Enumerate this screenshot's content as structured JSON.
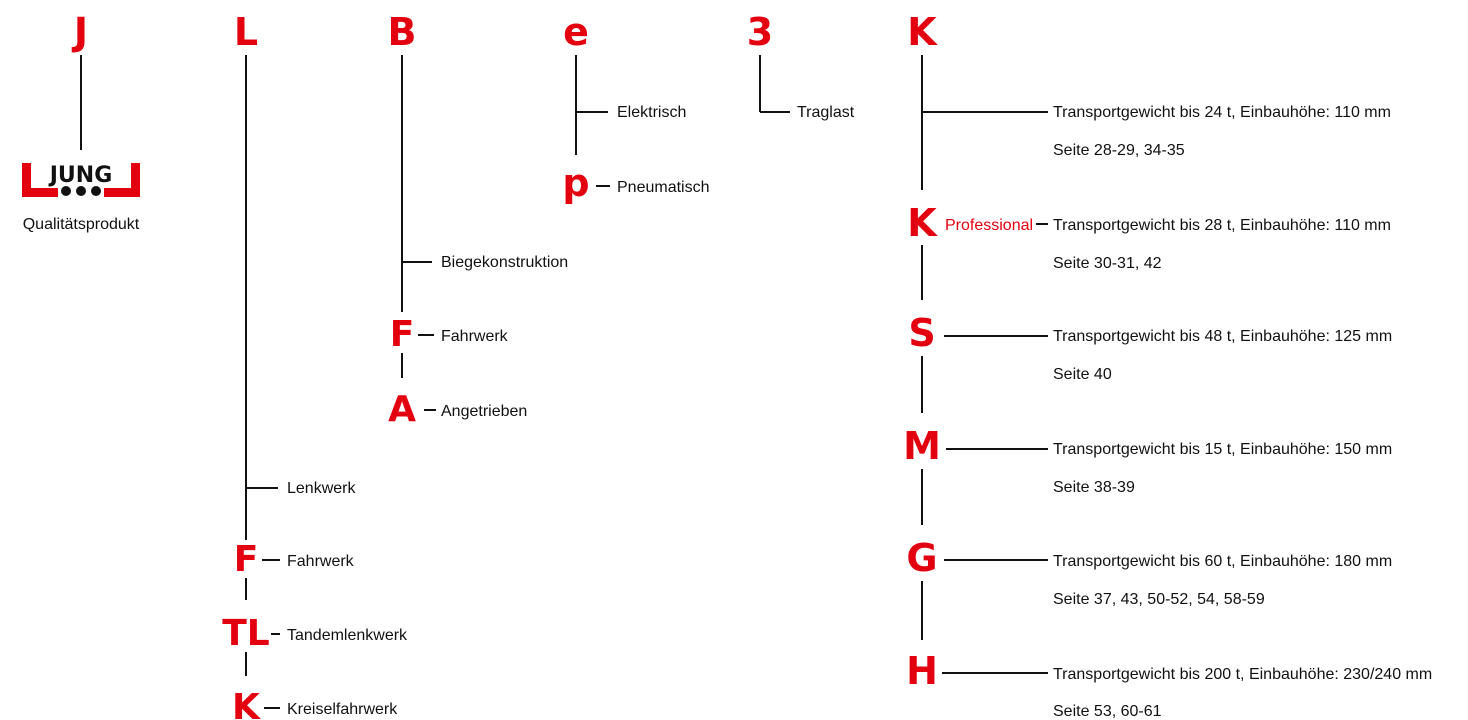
{
  "colors": {
    "accent": "#e3000f",
    "text": "#111111",
    "background": "#ffffff"
  },
  "logo": {
    "wordmark": "JUNG",
    "caption": "Qualitätsprodukt"
  },
  "columns": {
    "j": {
      "letter": "J"
    },
    "l": {
      "letter": "L",
      "branch_label": "Lenkwerk",
      "items": [
        {
          "code": "F",
          "label": "Fahrwerk"
        },
        {
          "code": "TL",
          "label": "Tandemlenkwerk"
        },
        {
          "code": "K",
          "label": "Kreiselfahrwerk"
        }
      ]
    },
    "b": {
      "letter": "B",
      "branch_label": "Biegekonstruktion",
      "items": [
        {
          "code": "F",
          "label": "Fahrwerk"
        },
        {
          "code": "A",
          "label": "Angetrieben"
        }
      ]
    },
    "e": {
      "letter": "e",
      "branch_label": "Elektrisch",
      "items": [
        {
          "code": "p",
          "label": "Pneumatisch"
        }
      ]
    },
    "three": {
      "letter": "3",
      "branch_label": "Traglast"
    },
    "k": {
      "letter": "K",
      "models": [
        {
          "code": "",
          "suffix": "",
          "weight": "Transportgewicht bis 24 t, Einbauhöhe: 110 mm",
          "pages": "Seite 28-29, 34-35"
        },
        {
          "code": "K",
          "suffix": "Professional",
          "weight": "Transportgewicht bis 28 t, Einbauhöhe: 110 mm",
          "pages": "Seite 30-31, 42"
        },
        {
          "code": "S",
          "suffix": "",
          "weight": "Transportgewicht bis 48 t, Einbauhöhe: 125 mm",
          "pages": "Seite 40"
        },
        {
          "code": "M",
          "suffix": "",
          "weight": "Transportgewicht bis 15 t, Einbauhöhe: 150 mm",
          "pages": "Seite 38-39"
        },
        {
          "code": "G",
          "suffix": "",
          "weight": "Transportgewicht bis 60 t,  Einbauhöhe: 180 mm",
          "pages": "Seite 37, 43, 50-52, 54, 58-59"
        },
        {
          "code": "H",
          "suffix": "",
          "weight": "Transportgewicht bis 200 t, Einbauhöhe: 230/240 mm",
          "pages": "Seite 53, 60-61"
        }
      ]
    }
  }
}
